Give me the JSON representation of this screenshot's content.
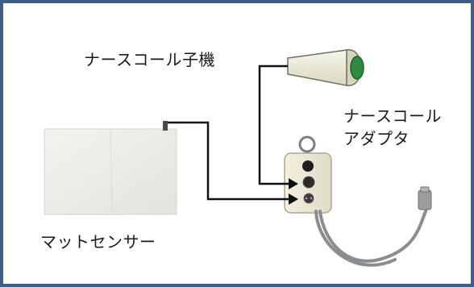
{
  "labels": {
    "handset": "ナースコール子機",
    "adapter_line1": "ナースコール",
    "adapter_line2": "アダプタ",
    "mat": "マットセンサー"
  },
  "colors": {
    "frame": "#3d5f86",
    "wire": "#111111",
    "mat": "#ecebe7",
    "box": "#ecead2",
    "cable": "#8a8d8f",
    "handset_button": "#2e8b3e"
  }
}
